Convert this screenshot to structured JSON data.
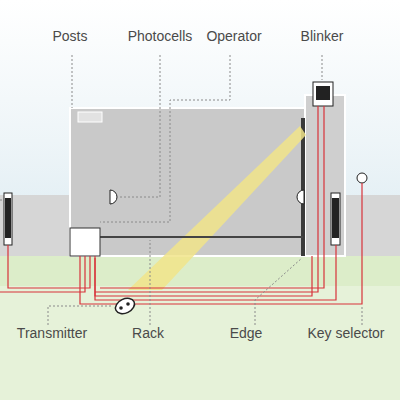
{
  "diagram": {
    "labels": [
      "Posts",
      "Photocells",
      "Operator",
      "Blinker",
      "Transmitter",
      "Rack",
      "Edge",
      "Key selector"
    ]
  }
}
